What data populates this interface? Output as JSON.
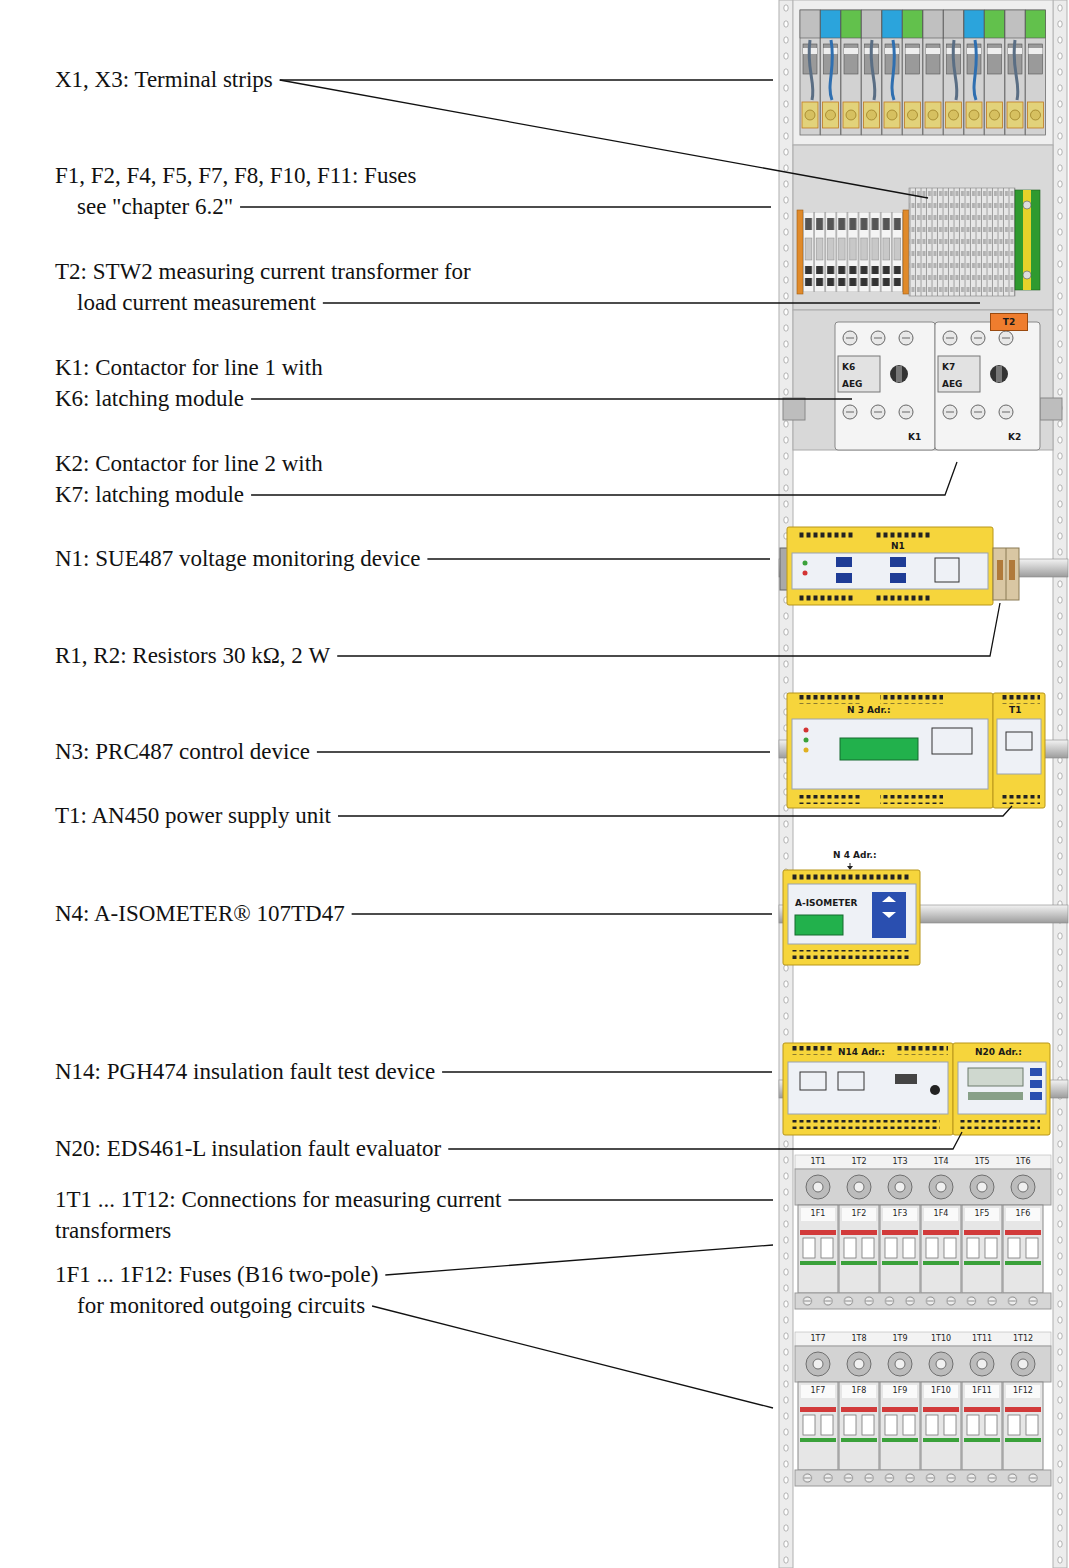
{
  "diagram": {
    "nodes": [
      {
        "text": [
          "T2"
        ]
      },
      {
        "text": [
          "K6",
          "AEG",
          "K1"
        ]
      },
      {
        "text": [
          "K7",
          "AEG",
          "K2"
        ]
      },
      {
        "text": [
          "N1"
        ]
      },
      {
        "text": [
          "N 3 Adr.:"
        ]
      },
      {
        "text": [
          "T1"
        ]
      },
      {
        "text": [
          "N 4 Adr.:",
          "A-ISOMETER"
        ]
      },
      {
        "text": [
          "N14 Adr.:"
        ]
      },
      {
        "text": [
          "N20 Adr.:"
        ]
      }
    ],
    "labels": [
      "X1, X3: Terminal strips",
      "F1, F2, F4, F5, F7, F8, F10, F11: Fuses see \"chapter 6.2\"",
      "T2: STW2 measuring current transformer for load current measurement",
      "K1: Contactor for line 1 with K6: latching module",
      "K2: Contactor for line 2 with K7: latching module",
      "N1: SUE487 voltage monitoring device",
      "R1, R2: Resistors 30 kΩ, 2 W",
      "N3: PRC487 control device",
      "T1: AN450 power supply unit",
      "N4: A-ISOMETER® 107TD47",
      "N14: PGH474 insulation fault test device",
      "N20: EDS461-L insulation fault evaluator",
      "1T1 ... 1T12: Connections for measuring current transformers",
      "1F1 ... 1F12: Fuses (B16 two-pole) for monitored outgoing circuits",
      "1T1",
      "1T2",
      "1T3",
      "1T4",
      "1T5",
      "1T6",
      "1F1",
      "1F2",
      "1F3",
      "1F4",
      "1F5",
      "1F6",
      "1T7",
      "1T8",
      "1T9",
      "1T10",
      "1T11",
      "1T12",
      "1F7",
      "1F8",
      "1F9",
      "1F10",
      "1F11",
      "1F12"
    ]
  }
}
